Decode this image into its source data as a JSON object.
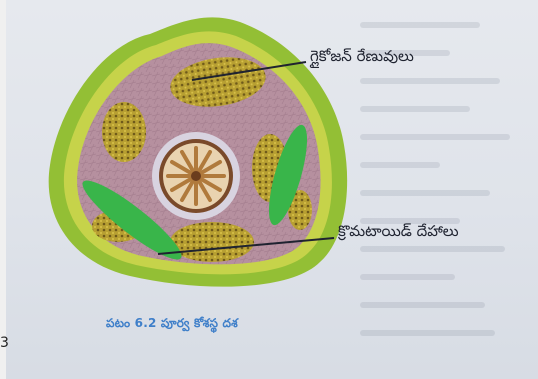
{
  "figure": {
    "labels": {
      "glycogen": "గ్లైకోజన్ రేణువులు",
      "chromatoid": "క్రొమటాయిడ్ దేహాలు"
    },
    "caption": "పటం 6.2 పూర్వ కోశస్థ దశ"
  },
  "colors": {
    "outer_wall": "#93bf35",
    "inner_wall": "#c6d34a",
    "cytoplasm": "#b8909f",
    "glycogen": "#b49a2f",
    "chromatoid": "#39b54a",
    "nucleus": "#e9d3b0",
    "caption": "#3f7fc9"
  },
  "icons": {
    "page_edge_mark": "3"
  }
}
